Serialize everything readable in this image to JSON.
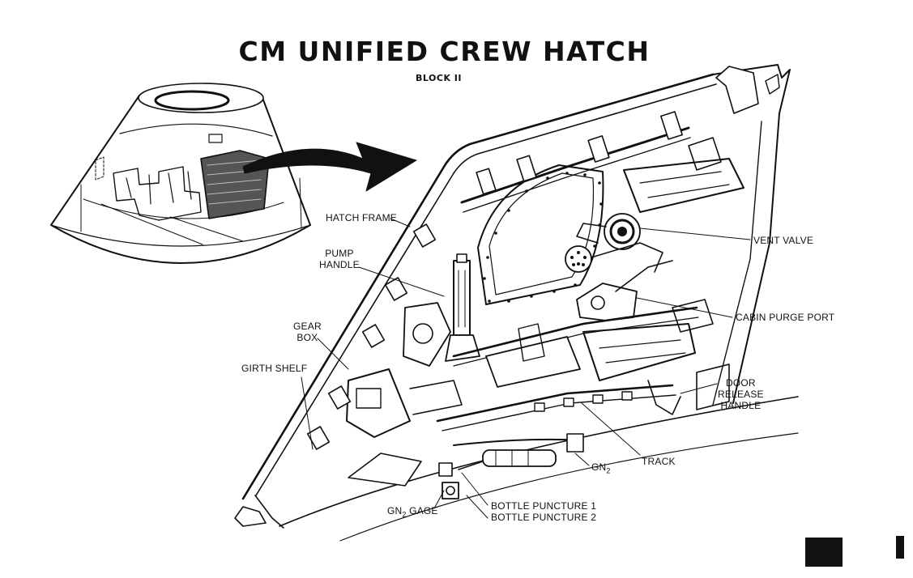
{
  "title": "CM UNIFIED CREW HATCH",
  "subtitle": "BLOCK II",
  "labels": {
    "hatch_frame": "HATCH FRAME",
    "pump_handle_1": "PUMP",
    "pump_handle_2": "HANDLE",
    "gear_box_1": "GEAR",
    "gear_box_2": "BOX",
    "girth_shelf": "GIRTH SHELF",
    "vent_valve": "VENT VALVE",
    "cabin_purge_port": "CABIN PURGE PORT",
    "door_release_1": "DOOR",
    "door_release_2": "RELEASE",
    "door_release_3": "HANDLE",
    "track": "TRACK",
    "gn2_prefix": "GN",
    "gn2_sub": "2",
    "gn2_gage_prefix": "GN",
    "gn2_gage_sub": "2",
    "gn2_gage_suffix": " GAGE",
    "bottle_puncture_1": "BOTTLE PUNCTURE 1",
    "bottle_puncture_2": "BOTTLE PUNCTURE 2"
  }
}
